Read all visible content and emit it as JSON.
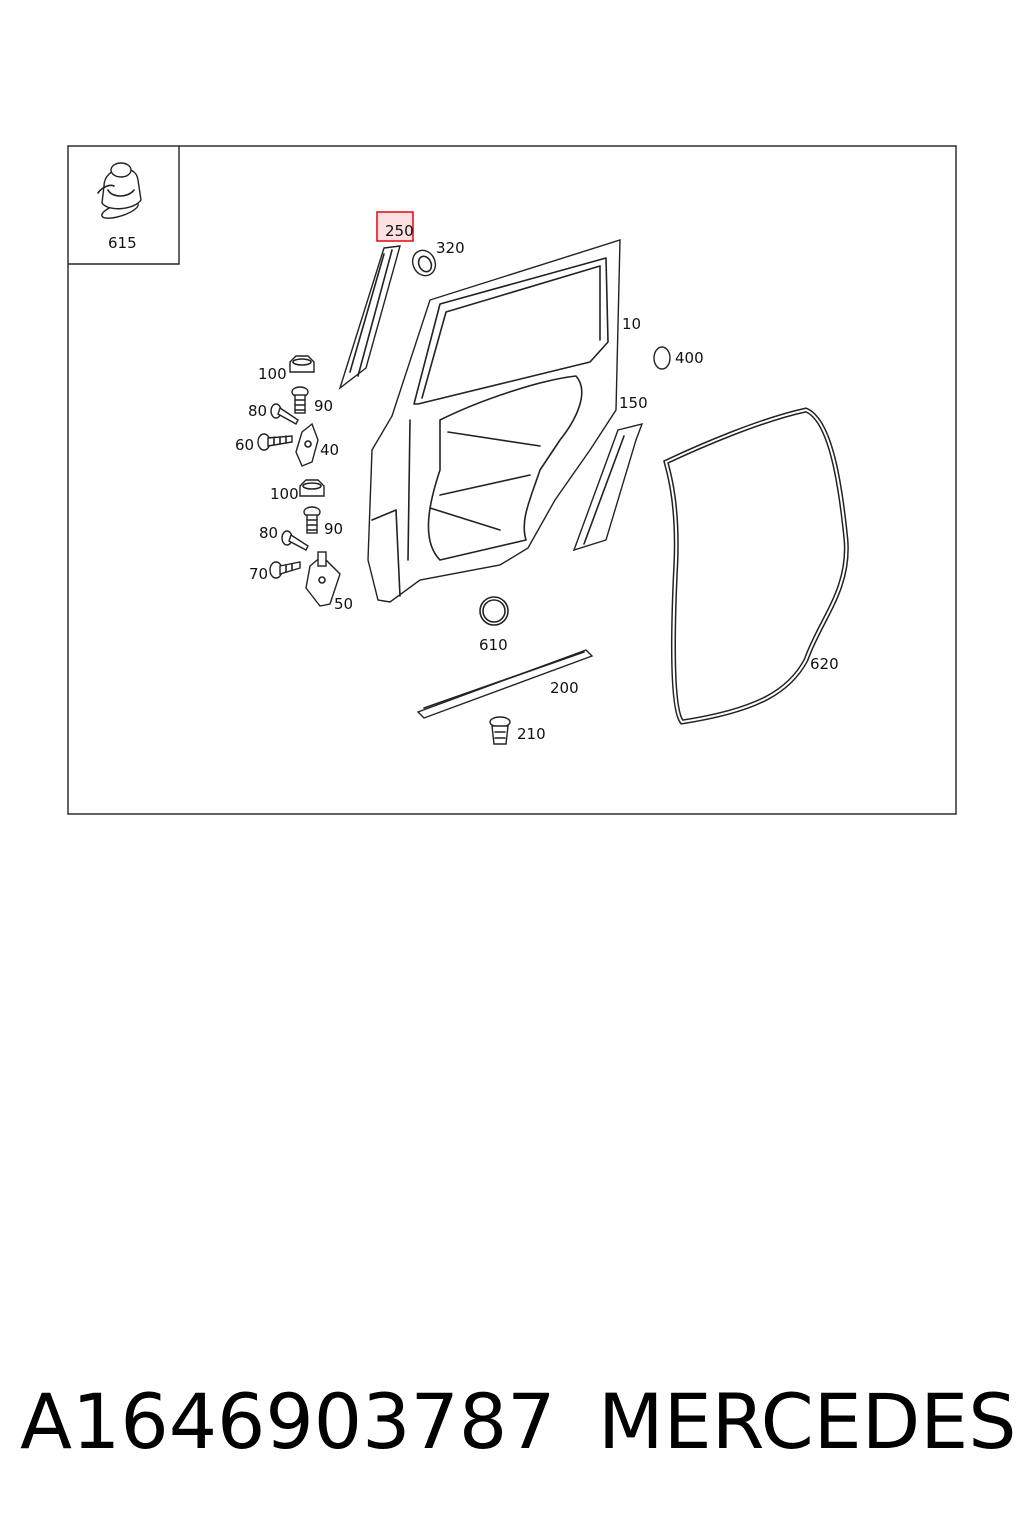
{
  "diagram": {
    "inset_label": "615",
    "highlighted_label": "250",
    "labels": {
      "l320": "320",
      "l10": "10",
      "l400": "400",
      "l150": "150",
      "l100a": "100",
      "l90a": "90",
      "l80a": "80",
      "l60": "60",
      "l40": "40",
      "l100b": "100",
      "l90b": "90",
      "l80b": "80",
      "l70": "70",
      "l50": "50",
      "l610": "610",
      "l200": "200",
      "l210": "210",
      "l620": "620"
    },
    "highlight_color": "#e8141c"
  },
  "footer": {
    "part_number": "A1646903787",
    "brand": "MERCEDES"
  }
}
